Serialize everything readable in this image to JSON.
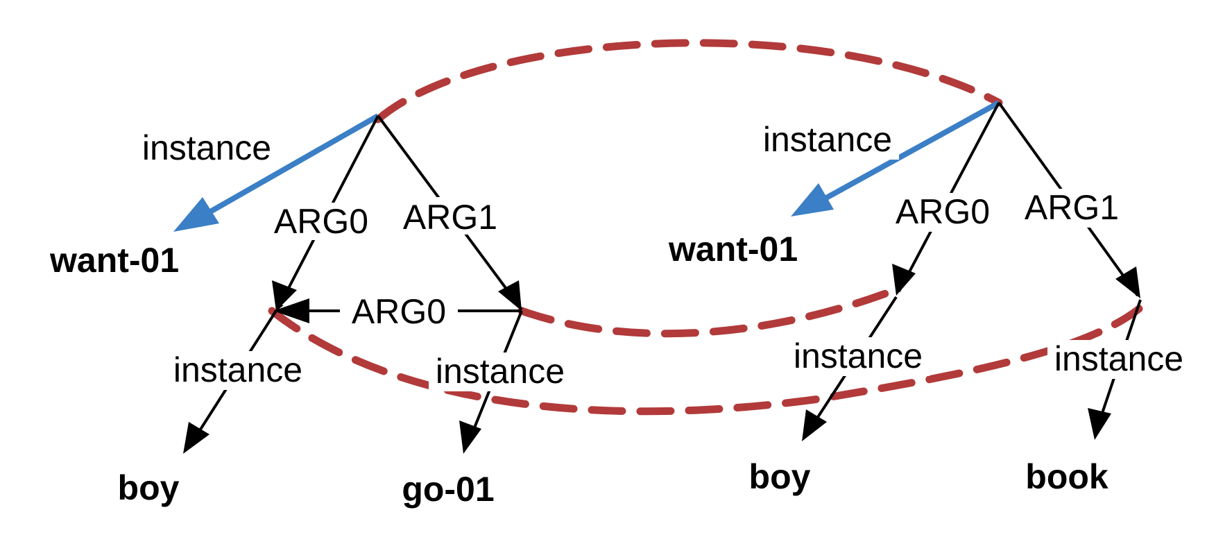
{
  "colors": {
    "instance_edge": "#3b7fc6",
    "edge": "#000000",
    "alignment": "#b23a3a"
  },
  "graph_left": {
    "nodes": {
      "root_concept": "want-01",
      "arg0_concept": "boy",
      "arg1_concept": "go-01"
    },
    "edges": {
      "root_instance": "instance",
      "root_arg0": "ARG0",
      "root_arg1": "ARG1",
      "reentrant_arg0": "ARG0",
      "arg0_instance": "instance",
      "arg1_instance": "instance"
    }
  },
  "graph_right": {
    "nodes": {
      "root_concept": "want-01",
      "arg0_concept": "boy",
      "arg1_concept": "book"
    },
    "edges": {
      "root_instance": "instance",
      "root_arg0": "ARG0",
      "root_arg1": "ARG1",
      "arg0_instance": "instance",
      "arg1_instance": "instance"
    }
  }
}
